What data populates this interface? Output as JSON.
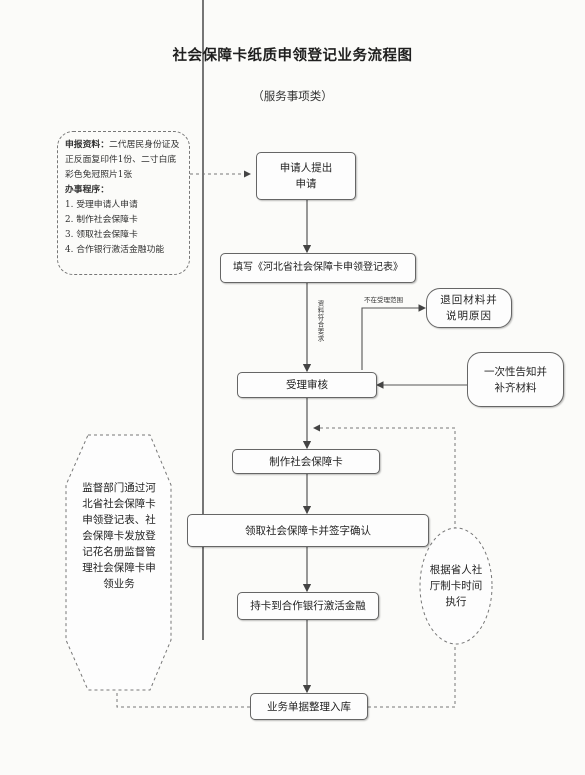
{
  "title": "社会保障卡纸质申领登记业务流程图",
  "subtitle": "（服务事项类）",
  "info_panel": {
    "materials_label": "申报资料：",
    "materials_text": "二代居民身份证及正反面复印件1份、二寸白底彩色免冠照片1张",
    "procedure_label": "办事程序：",
    "steps": [
      "1. 受理申请人申请",
      "2. 制作社会保障卡",
      "3. 领取社会保障卡",
      "4. 合作银行激活金融功能"
    ]
  },
  "flow": {
    "apply": "申请人提出申请",
    "fill_form": "填写《河北省社会保障卡申领登记表》",
    "accept_review": "受理审核",
    "make_card": "制作社会保障卡",
    "collect_card": "领取社会保障卡并签字确认",
    "activate": "持卡到合作银行激活金融",
    "archive": "业务单据整理入库"
  },
  "side": {
    "return_box": "退回材料并说明原因",
    "notify_box": "一次性告知并补齐材料",
    "not_in_scope": "不在受理范围",
    "materials_ok": "资料符合要求",
    "supervision": "监督部门通过河北省社会保障卡申领登记表、社会保障卡发放登记花名册监督管理社会保障卡申领业务",
    "timing": "根据省人社厅制卡时间执行"
  }
}
